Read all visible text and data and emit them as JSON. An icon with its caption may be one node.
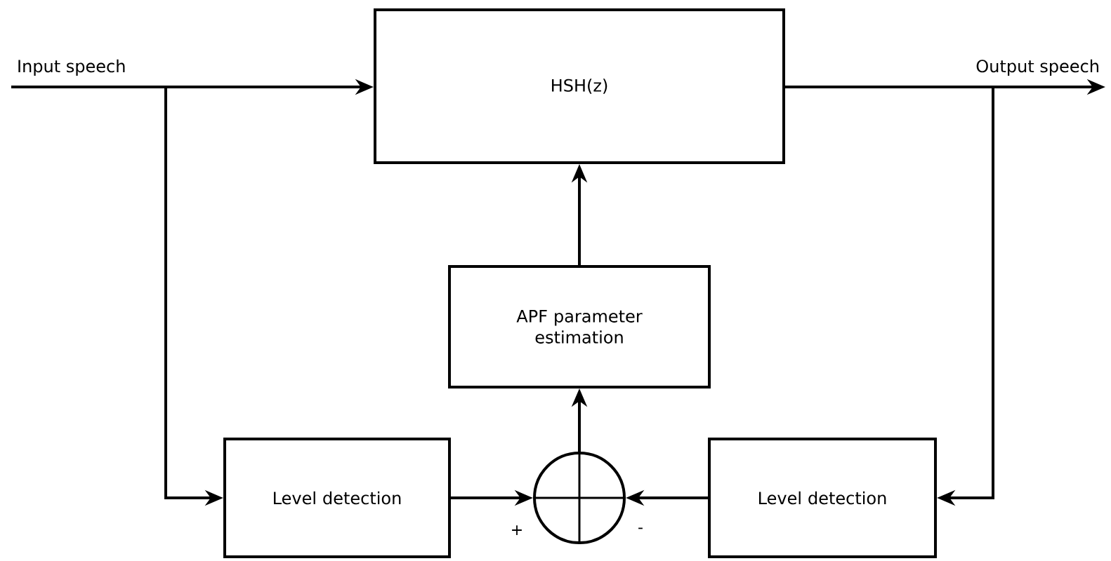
{
  "diagram": {
    "nodes": [
      {
        "text": [
          "Input speech"
        ]
      },
      {
        "text": [
          "HSH(z)"
        ]
      },
      {
        "text": [
          "Output speech"
        ]
      },
      {
        "text": [
          "APF parameter estimation"
        ]
      },
      {
        "text": [
          "Level detection"
        ]
      },
      {
        "text": [],
        "shape": "circle"
      },
      {
        "text": [
          "Level detection"
        ]
      }
    ],
    "edges": [
      {
        "from": 0,
        "to": 1,
        "arrow": "to"
      },
      {
        "from": 0,
        "to": 4,
        "arrow": "to"
      },
      {
        "from": 1,
        "to": 2,
        "arrow": "to"
      },
      {
        "from": 1,
        "to": 6,
        "arrow": "to"
      },
      {
        "from": 4,
        "to": 5,
        "arrow": "to"
      },
      {
        "from": 6,
        "to": 5,
        "arrow": "to"
      },
      {
        "from": 5,
        "to": 3,
        "arrow": "to"
      },
      {
        "from": 3,
        "to": 1,
        "arrow": "to"
      }
    ],
    "labels": [
      "+",
      "-"
    ]
  }
}
